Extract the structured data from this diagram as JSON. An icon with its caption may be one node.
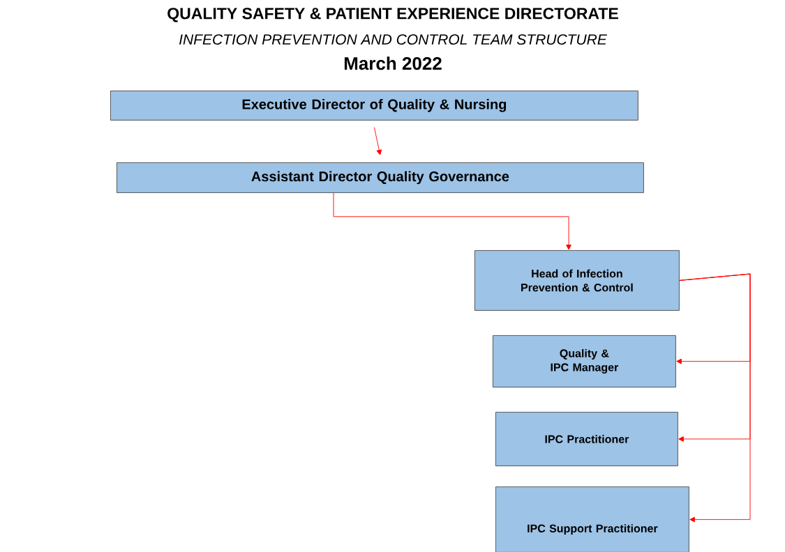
{
  "diagram": {
    "title": "QUALITY SAFETY & PATIENT EXPERIENCE DIRECTORATE",
    "nodes": [
      {
        "text": [
          "Executive Director of Quality & Nursing"
        ]
      },
      {
        "text": [
          "Assistant Director Quality Governance"
        ]
      },
      {
        "text": [
          "Head of Infection Prevention & Control"
        ]
      },
      {
        "text": [
          "Quality & IPC Manager"
        ]
      },
      {
        "text": [
          "IPC Practitioner"
        ]
      },
      {
        "text": [
          "IPC Support Practitioner"
        ]
      }
    ],
    "edges": [
      {
        "from": 0,
        "to": 1,
        "arrow": "to"
      },
      {
        "from": 1,
        "to": 2,
        "arrow": "to"
      },
      {
        "from": 2,
        "to": 3,
        "arrow": "to"
      },
      {
        "from": 2,
        "to": 4,
        "arrow": "to"
      },
      {
        "from": 2,
        "to": 5,
        "arrow": "to"
      }
    ],
    "labels": [
      "INFECTION PREVENTION AND CONTROL TEAM STRUCTURE",
      "March 2022"
    ]
  }
}
